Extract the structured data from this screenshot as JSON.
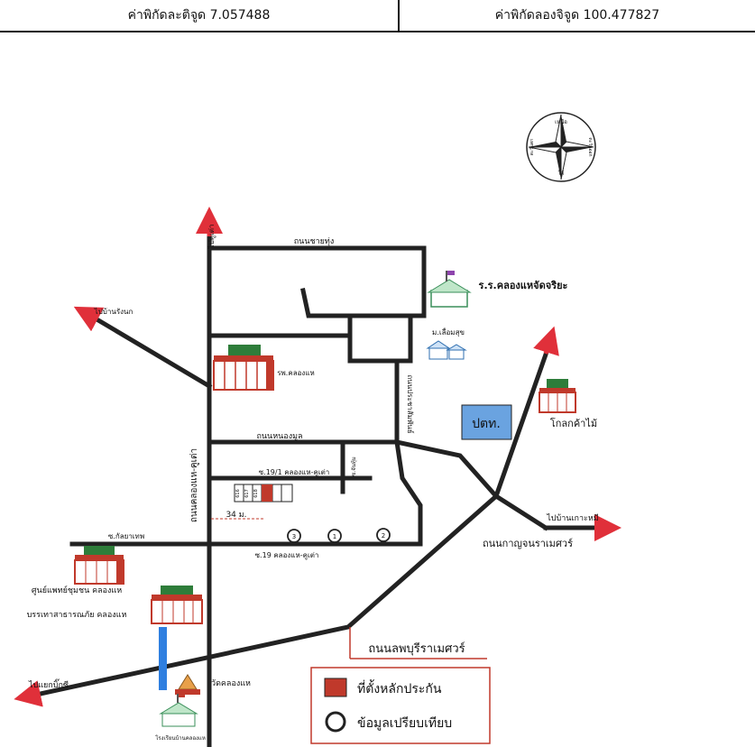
{
  "header": {
    "latitude": "ค่าพิกัดละติจูด 7.057488",
    "longitude": "ค่าพิกัดลองจิจูด 100.477827"
  },
  "compass": {
    "north": "เหนือ",
    "south": "ใต้",
    "east": "ตะวันออก",
    "west": "ตะวันตก"
  },
  "roads": {
    "chai_thung": "ถนนชายทุ่ง",
    "khlong_hae_khu_tao": "ถนนคลองแห-คูเต่า",
    "nong_mun": "ถนนหนองมูล",
    "prachasamphan": "ถนนประชาสัมพันธ์",
    "soi_19_1": "ซ.19/1 คลองแห-คูเต่า",
    "soi_19": "ซ.19 คลองแห-คูเต่า",
    "soi_kanlaya": "ซ.กัลยาเทพ",
    "soi_chanta": "ซ.จันทุ้ม",
    "kanchanawanit": "ถนนกาญจนราเมศวร์",
    "lopburi_rames": "ถนนลพบุรีราเมศวร์"
  },
  "directions": {
    "to_khu_tao": "ไปคูเต่า",
    "to_pa_rang_nok": "ไปบ้านรังนก",
    "to_ko_mi": "ไปบ้านเกาะหมี",
    "to_khaeng_khok": "ไปแยกบิ๊กซี"
  },
  "places": {
    "school_north": "ร.ร.คลองแหจัดจริยะ",
    "village": "ม.เลื่อมสุข",
    "hospital": "รพ.คลองแห",
    "ptt": "ปตท.",
    "global_house": "โกลกค้าไม้",
    "health_center": "ศูนย์แพทย์ชุมชน คลองแห",
    "disaster_office": "บรรเทาสาธารณภัย คลองแห",
    "temple": "วัดคลองแห",
    "school_south": "โรงเรียนบ้านคลองแห"
  },
  "measure": {
    "distance": "34 ม."
  },
  "benchmarks": [
    "3",
    "1",
    "2"
  ],
  "house_labels": [
    "616",
    "617",
    "618"
  ],
  "legend": {
    "marker_label": "ที่ตั้งหลักประกัน",
    "compare_label": "ข้อมูลเปรียบเทียบ"
  },
  "colors": {
    "road": "#222222",
    "marker": "#c0392b",
    "arrow": "#e0303a",
    "building_roof": "#2e7d3a",
    "ptt": "#6aa3e0",
    "canal": "#2f7fe0"
  }
}
